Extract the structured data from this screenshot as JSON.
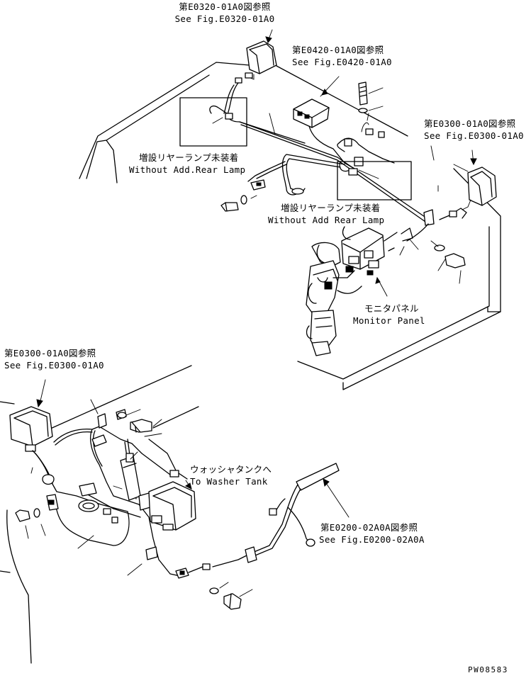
{
  "labels": {
    "top_ref_jp": "第E0320-01A0図参照",
    "top_ref_en": "See Fig.E0320-01A0",
    "mid_ref_jp": "第E0420-01A0図参照",
    "mid_ref_en": "See Fig.E0420-01A0",
    "right_ref_jp": "第E0300-01A0図参照",
    "right_ref_en": "See Fig.E0300-01A0",
    "rear_lamp1_jp": "増設リヤーランプ未装着",
    "rear_lamp1_en": "Without Add.Rear Lamp",
    "rear_lamp2_jp": "増設リヤーランプ未装着",
    "rear_lamp2_en": "Without Add Rear Lamp",
    "monitor_jp": "モニタパネル",
    "monitor_en": "Monitor Panel",
    "left_ref_jp": "第E0300-01A0図参照",
    "left_ref_en": "See Fig.E0300-01A0",
    "washer_jp": "ウォッシャタンクへ",
    "washer_en": "To Washer Tank",
    "bottom_ref_jp": "第E0200-02A0A図参照",
    "bottom_ref_en": "See Fig.E0200-02A0A",
    "drawing_code": "PW08583"
  },
  "colors": {
    "line": "#000000",
    "background": "#ffffff"
  }
}
